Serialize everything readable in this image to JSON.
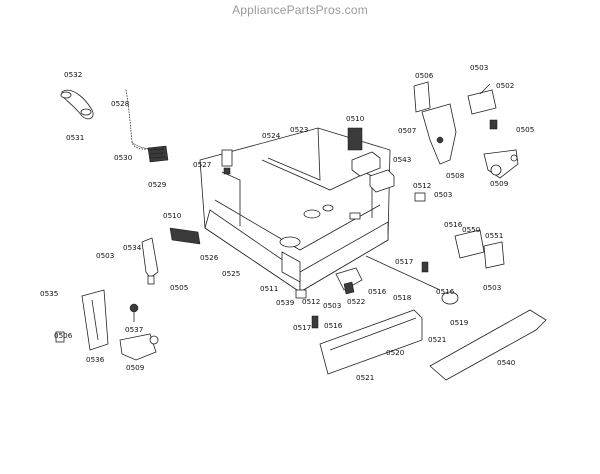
{
  "watermark": "AppliancePartsPros.com",
  "callouts": {
    "c0532": "0532",
    "c0531": "0531",
    "c0528": "0528",
    "c0530": "0530",
    "c0529": "0529",
    "c0527": "0527",
    "c0524": "0524",
    "c0523": "0523",
    "c0510a": "0510",
    "c0543": "0543",
    "c0506a": "0506",
    "c0503a": "0503",
    "c0502": "0502",
    "c0507": "0507",
    "c0505a": "0505",
    "c0508a": "0508",
    "c0509a": "0509",
    "c0512a": "0512",
    "c0503b": "0503",
    "c0510b": "0510",
    "c0534": "0534",
    "c0526": "0526",
    "c0503c": "0503",
    "c0505b": "0505",
    "c0525": "0525",
    "c0511": "0511",
    "c0539": "0539",
    "c0512b": "0512",
    "c0503d": "0503",
    "c0522": "0522",
    "c0516a": "0516",
    "c0517a": "0517",
    "c0518": "0518",
    "c0516b": "0516",
    "c0519": "0519",
    "c0516c": "0516",
    "c0550": "0550",
    "c0551": "0551",
    "c0503e": "0503",
    "c0535": "0535",
    "c0537": "0537",
    "c0506b": "0506",
    "c0536": "0536",
    "c0509b": "0509",
    "c0517b": "0517",
    "c0516d": "0516",
    "c0520": "0520",
    "c0521a": "0521",
    "c0521b": "0521",
    "c0540": "0540"
  }
}
